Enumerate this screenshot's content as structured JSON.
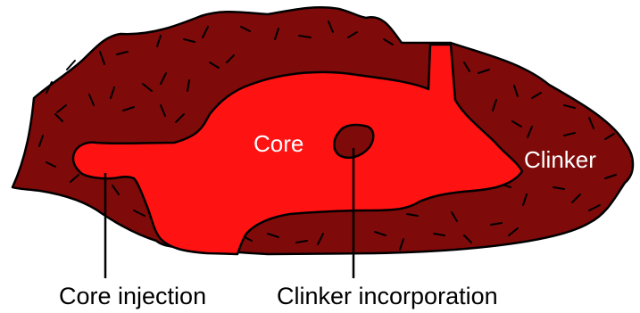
{
  "colors": {
    "clinker": "#7f0a0a",
    "core": "#ff1212",
    "outline": "#000000",
    "label_on_dark": "#ffffff",
    "label_outside": "#000000",
    "background": "#ffffff"
  },
  "labels": {
    "core": "Core",
    "clinker": "Clinker",
    "core_injection": "Core injection",
    "clinker_incorporation": "Clinker incorporation"
  }
}
